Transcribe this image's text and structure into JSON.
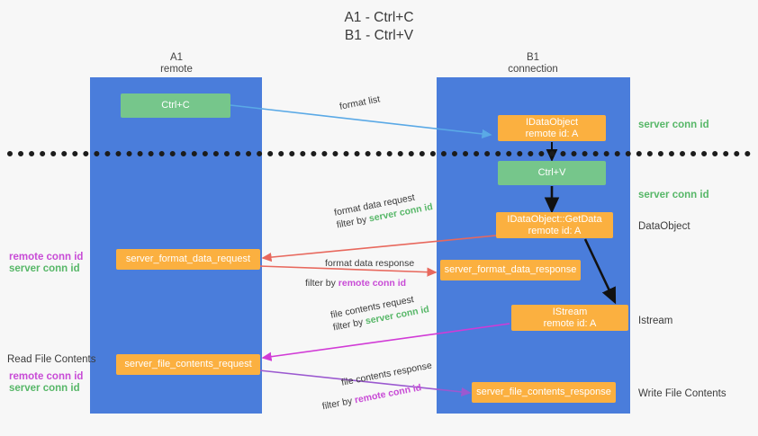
{
  "title": {
    "line1": "A1 - Ctrl+C",
    "line2": "B1 - Ctrl+V"
  },
  "lanes": [
    {
      "name": "A1",
      "sub": "remote"
    },
    {
      "name": "B1",
      "sub": "connection"
    }
  ],
  "boxes": {
    "ctrl_c": {
      "line1": "Ctrl+C"
    },
    "ctrl_v": {
      "line1": "Ctrl+V"
    },
    "idataobject": {
      "line1": "IDataObject",
      "line2": "remote id: A"
    },
    "getdata": {
      "line1": "IDataObject::GetData",
      "line2": "remote id: A"
    },
    "istream": {
      "line1": "IStream",
      "line2": "remote id: A"
    },
    "format_data_request": {
      "line1": "server_format_data_request"
    },
    "format_data_response": {
      "line1": "server_format_data_response"
    },
    "file_contents_request": {
      "line1": "server_file_contents_request"
    },
    "file_contents_response": {
      "line1": "server_file_contents_response"
    }
  },
  "arrow_labels": {
    "format_list": "format list",
    "format_data_request": {
      "line1": "format data request",
      "prefix": "filter by ",
      "token": "server conn id"
    },
    "format_data_response": {
      "line1": "format data response",
      "prefix": "filter by ",
      "token": "remote conn id"
    },
    "file_contents_request": {
      "line1": "file contents request",
      "prefix": "filter by ",
      "token": "server conn id"
    },
    "file_contents_response": {
      "line1": "file contents response",
      "prefix": "filter by ",
      "token": "remote conn id"
    }
  },
  "right_labels": {
    "server_conn_id_top": "server conn id",
    "server_conn_id_mid": "server conn id",
    "dataobject": "DataObject",
    "istream": "Istream",
    "write_file_contents": "Write File Contents"
  },
  "left_labels": {
    "remote_conn_id_1": "remote conn id",
    "server_conn_id_1": "server conn id",
    "read_file_contents": "Read File Contents",
    "remote_conn_id_2": "remote conn id",
    "server_conn_id_2": "server conn id"
  },
  "colors": {
    "lane": "#4a7ddb",
    "green_box": "#76c68b",
    "orange_box": "#fbb040",
    "server_conn_id": "#57b768",
    "remote_conn_id": "#c84bd6",
    "arrow_blue": "#5aa9e6",
    "arrow_red": "#e8685d",
    "arrow_pink": "#d13bd6",
    "arrow_purple": "#9b59d0",
    "arrow_black": "#111111"
  }
}
